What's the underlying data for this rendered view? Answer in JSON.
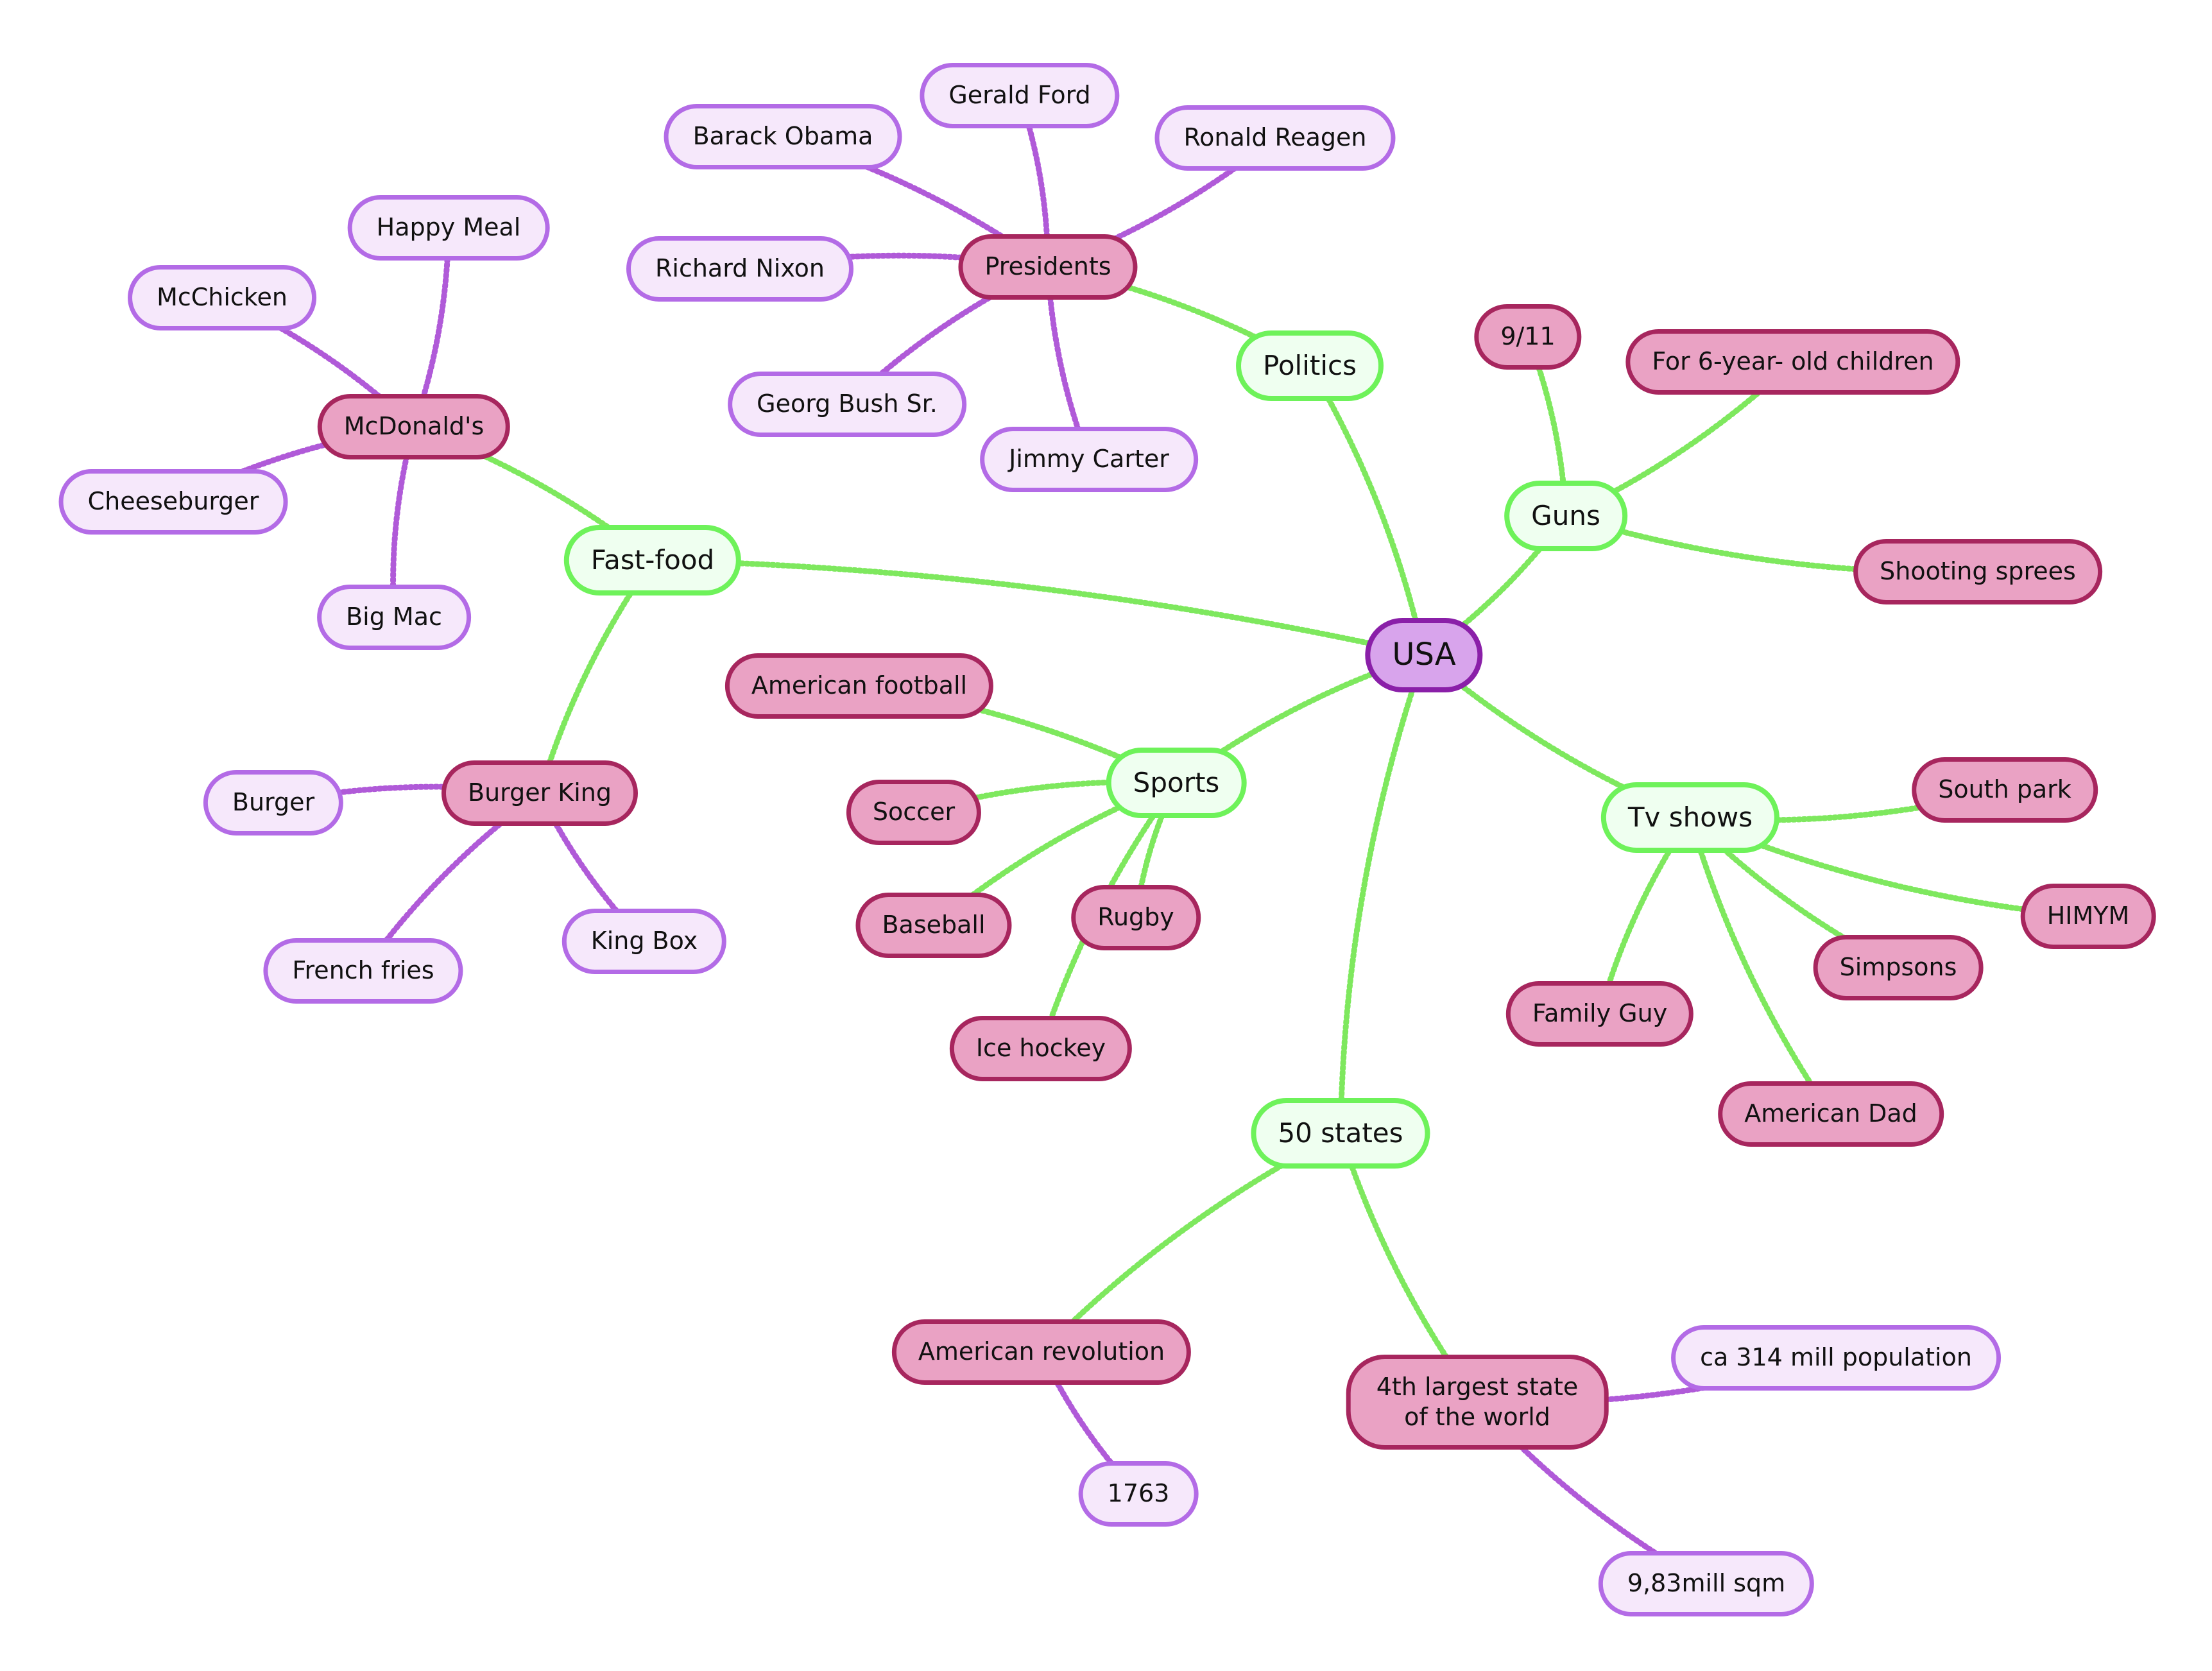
{
  "diagram": {
    "nodes": [
      {
        "id": "usa",
        "label": "USA",
        "level": "root"
      },
      {
        "id": "politics",
        "label": "Politics",
        "level": "main"
      },
      {
        "id": "guns",
        "label": "Guns",
        "level": "main"
      },
      {
        "id": "fastfood",
        "label": "Fast-food",
        "level": "main"
      },
      {
        "id": "sports",
        "label": "Sports",
        "level": "main"
      },
      {
        "id": "tvshows",
        "label": "Tv shows",
        "level": "main"
      },
      {
        "id": "states50",
        "label": "50 states",
        "level": "main"
      },
      {
        "id": "presidents",
        "label": "Presidents",
        "level": "sub"
      },
      {
        "id": "barack",
        "label": "Barack Obama",
        "level": "leaf"
      },
      {
        "id": "gerald",
        "label": "Gerald Ford",
        "level": "leaf"
      },
      {
        "id": "ronald",
        "label": "Ronald Reagen",
        "level": "leaf"
      },
      {
        "id": "nixon",
        "label": "Richard Nixon",
        "level": "leaf"
      },
      {
        "id": "bush",
        "label": "Georg Bush Sr.",
        "level": "leaf"
      },
      {
        "id": "carter",
        "label": "Jimmy Carter",
        "level": "leaf"
      },
      {
        "id": "nine11",
        "label": "9/11",
        "level": "sub"
      },
      {
        "id": "sixyear",
        "label": "For 6-year- old children",
        "level": "sub"
      },
      {
        "id": "shooting",
        "label": "Shooting sprees",
        "level": "sub"
      },
      {
        "id": "mcdonalds",
        "label": "McDonald's",
        "level": "sub"
      },
      {
        "id": "happymeal",
        "label": "Happy Meal",
        "level": "leaf"
      },
      {
        "id": "mcchicken",
        "label": "McChicken",
        "level": "leaf"
      },
      {
        "id": "cheeseburger",
        "label": "Cheeseburger",
        "level": "leaf"
      },
      {
        "id": "bigmac",
        "label": "Big Mac",
        "level": "leaf"
      },
      {
        "id": "burgerking",
        "label": "Burger King",
        "level": "sub"
      },
      {
        "id": "burger",
        "label": "Burger",
        "level": "leaf"
      },
      {
        "id": "frenchfries",
        "label": "French fries",
        "level": "leaf"
      },
      {
        "id": "kingbox",
        "label": "King Box",
        "level": "leaf"
      },
      {
        "id": "amfootball",
        "label": "American football",
        "level": "sub"
      },
      {
        "id": "soccer",
        "label": "Soccer",
        "level": "sub"
      },
      {
        "id": "baseball",
        "label": "Baseball",
        "level": "sub"
      },
      {
        "id": "rugby",
        "label": "Rugby",
        "level": "sub"
      },
      {
        "id": "icehockey",
        "label": "Ice hockey",
        "level": "sub"
      },
      {
        "id": "southpark",
        "label": "South park",
        "level": "sub"
      },
      {
        "id": "himym",
        "label": "HIMYM",
        "level": "sub"
      },
      {
        "id": "simpsons",
        "label": "Simpsons",
        "level": "sub"
      },
      {
        "id": "familyguy",
        "label": "Family Guy",
        "level": "sub"
      },
      {
        "id": "americandad",
        "label": "American Dad",
        "level": "sub"
      },
      {
        "id": "amrevolution",
        "label": "American revolution",
        "level": "sub"
      },
      {
        "id": "year1763",
        "label": "1763",
        "level": "leaf"
      },
      {
        "id": "largest",
        "label": "4th largest state",
        "label2": "of the world",
        "level": "sub"
      },
      {
        "id": "population",
        "label": "ca 314 mill population",
        "level": "leaf"
      },
      {
        "id": "sqm",
        "label": "9,83mill sqm",
        "level": "leaf"
      }
    ],
    "edges": [
      [
        "usa",
        "politics"
      ],
      [
        "usa",
        "guns"
      ],
      [
        "usa",
        "fastfood"
      ],
      [
        "usa",
        "sports"
      ],
      [
        "usa",
        "tvshows"
      ],
      [
        "usa",
        "states50"
      ],
      [
        "politics",
        "presidents"
      ],
      [
        "presidents",
        "barack"
      ],
      [
        "presidents",
        "gerald"
      ],
      [
        "presidents",
        "ronald"
      ],
      [
        "presidents",
        "nixon"
      ],
      [
        "presidents",
        "bush"
      ],
      [
        "presidents",
        "carter"
      ],
      [
        "guns",
        "nine11"
      ],
      [
        "guns",
        "sixyear"
      ],
      [
        "guns",
        "shooting"
      ],
      [
        "fastfood",
        "mcdonalds"
      ],
      [
        "fastfood",
        "burgerking"
      ],
      [
        "mcdonalds",
        "happymeal"
      ],
      [
        "mcdonalds",
        "mcchicken"
      ],
      [
        "mcdonalds",
        "cheeseburger"
      ],
      [
        "mcdonalds",
        "bigmac"
      ],
      [
        "burgerking",
        "burger"
      ],
      [
        "burgerking",
        "frenchfries"
      ],
      [
        "burgerking",
        "kingbox"
      ],
      [
        "sports",
        "amfootball"
      ],
      [
        "sports",
        "soccer"
      ],
      [
        "sports",
        "baseball"
      ],
      [
        "sports",
        "rugby"
      ],
      [
        "sports",
        "icehockey"
      ],
      [
        "tvshows",
        "southpark"
      ],
      [
        "tvshows",
        "himym"
      ],
      [
        "tvshows",
        "simpsons"
      ],
      [
        "tvshows",
        "familyguy"
      ],
      [
        "tvshows",
        "americandad"
      ],
      [
        "states50",
        "amrevolution"
      ],
      [
        "states50",
        "largest"
      ],
      [
        "amrevolution",
        "year1763"
      ],
      [
        "largest",
        "population"
      ],
      [
        "largest",
        "sqm"
      ]
    ],
    "colors": {
      "root_fill": "#d8a4ec",
      "root_border": "#8a1fa8",
      "main_fill": "#effff0",
      "main_border": "#6ef25a",
      "sub_fill": "#eaa2c4",
      "sub_border": "#a7265e",
      "leaf_fill": "#f6e8fb",
      "leaf_border": "#b36be6",
      "link_main": "#7ee85e",
      "link_leaf": "#b05ad8"
    }
  }
}
